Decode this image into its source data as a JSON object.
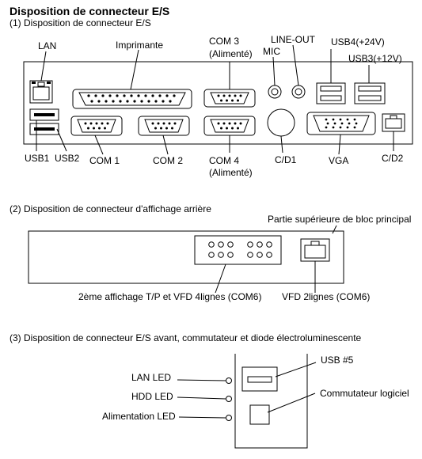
{
  "title": "Disposition de connecteur E/S",
  "section1": {
    "heading": "(1)   Disposition de connecteur E/S",
    "labels": {
      "lan": "LAN",
      "printer": "Imprimante",
      "com3": "COM 3",
      "com3_sub": "(Alimenté)",
      "mic": "MIC",
      "line_out": "LINE-OUT",
      "usb4": "USB4(+24V)",
      "usb3": "USB3(+12V)",
      "usb1": "USB1",
      "usb2": "USB2",
      "com1": "COM 1",
      "com2": "COM 2",
      "com4": "COM 4",
      "com4_sub": "(Alimenté)",
      "cd1": "C/D1",
      "vga": "VGA",
      "cd2": "C/D2"
    }
  },
  "section2": {
    "heading": "(2)   Disposition de connecteur d'affichage arrière",
    "top_label": "Partie supérieure de bloc principal",
    "left_label": "2ème affichage T/P et VFD 4lignes (COM6)",
    "right_label": "VFD 2lignes (COM6)"
  },
  "section3": {
    "heading": "(3)   Disposition de connecteur E/S avant, commutateur et diode électroluminescente",
    "lan_led": "LAN LED",
    "hdd_led": "HDD LED",
    "power_led": "Alimentation LED",
    "usb5": "USB #5",
    "soft_switch": "Commutateur logiciel"
  }
}
